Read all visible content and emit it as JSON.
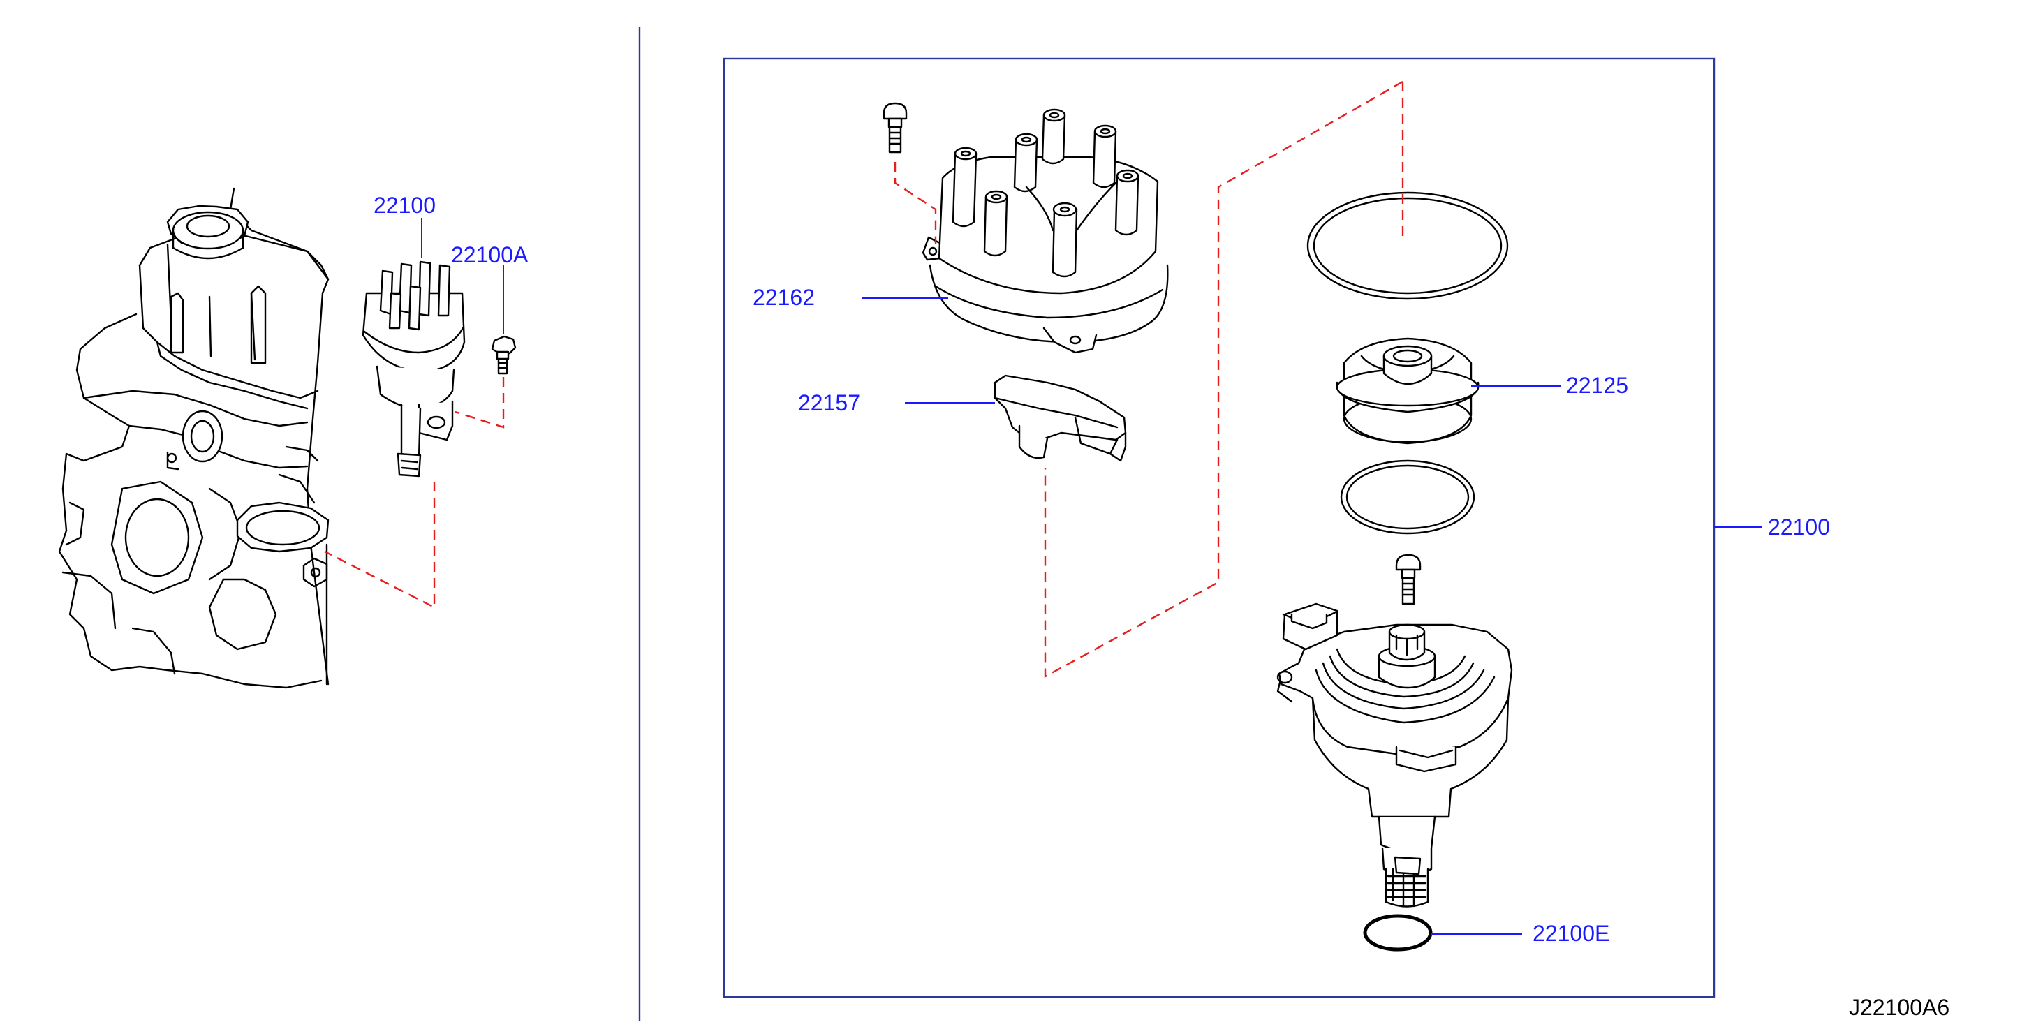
{
  "labels": {
    "overview_assembly": "22100",
    "overview_bolt": "22100A",
    "cap": "22162",
    "rotor": "22157",
    "seal": "22125",
    "assembly": "22100",
    "oring": "22100E"
  },
  "reference_code": "J22100A6",
  "colors": {
    "label": "#1a1aff",
    "frame": "#2a3a9a",
    "dash": "#e61e1e",
    "line": "#000000"
  }
}
